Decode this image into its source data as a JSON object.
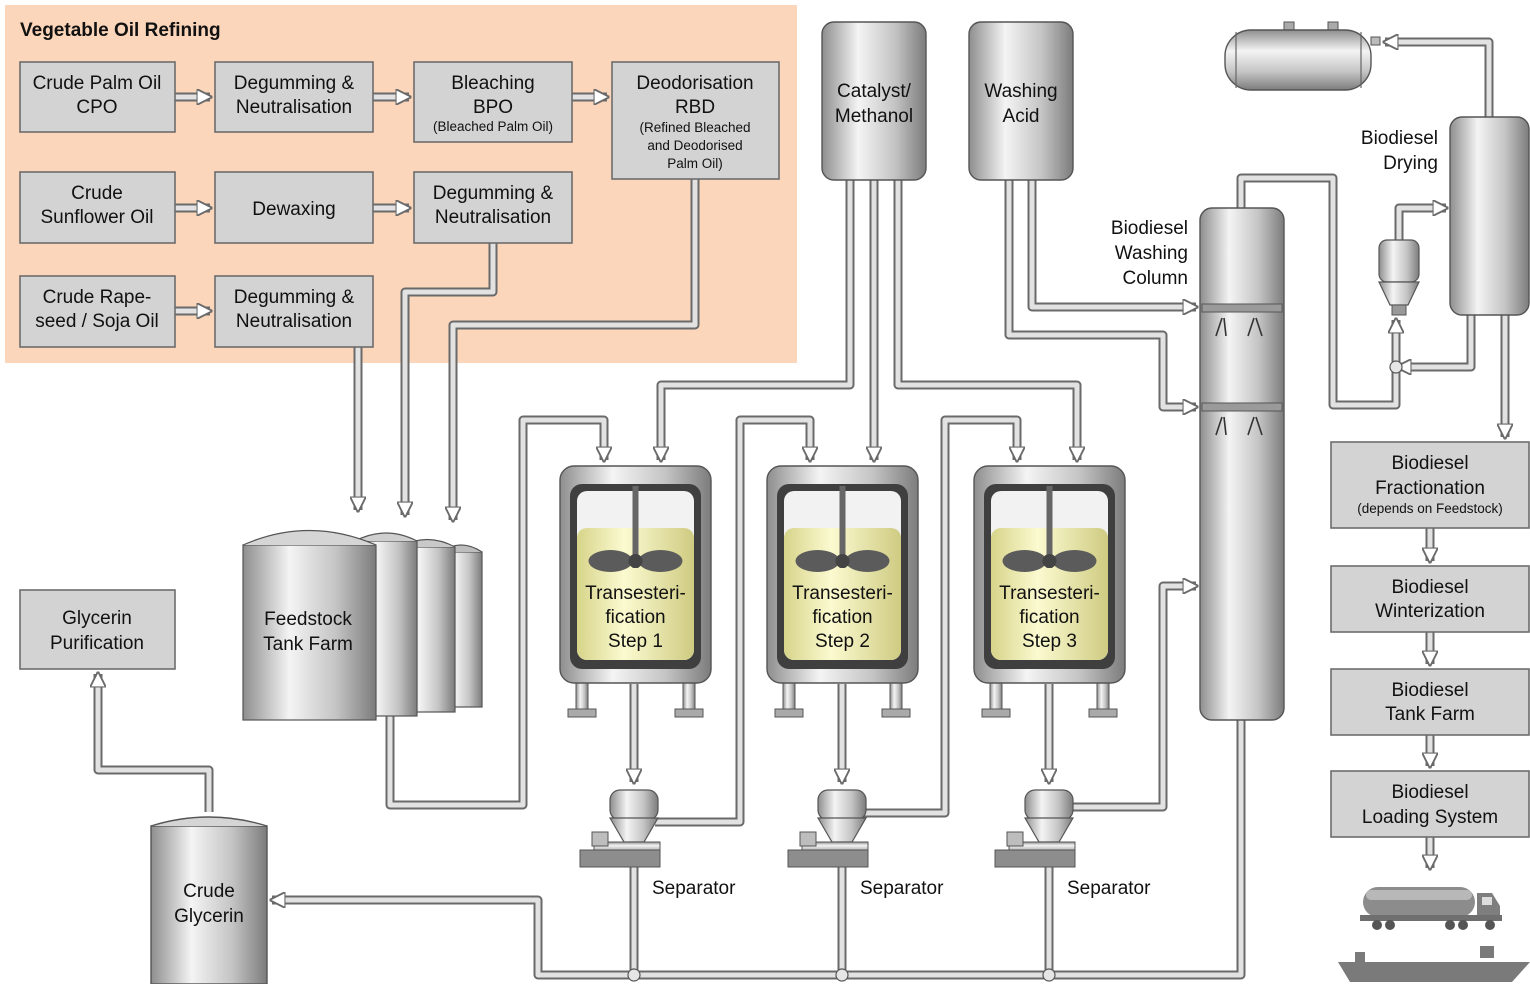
{
  "region": {
    "title": "Vegetable Oil Refining",
    "fill": "#fbd6ba"
  },
  "colors": {
    "box": "#d3d3d3",
    "pipe": "#6a6a6a",
    "liquid": "#f0eeaa"
  },
  "refining": {
    "palm": {
      "crude": [
        "Crude Palm Oil",
        "CPO"
      ],
      "degum": [
        "Degumming &",
        "Neutralisation"
      ],
      "bleach": [
        "Bleaching",
        "BPO"
      ],
      "bleach_note": "(Bleached Palm Oil)",
      "deodor": [
        "Deodorisation",
        "RBD"
      ],
      "deodor_note": [
        "(Refined Bleached",
        "and Deodorised",
        "Palm Oil)"
      ]
    },
    "sunflower": {
      "crude": [
        "Crude",
        "Sunflower Oil"
      ],
      "dewax": [
        "Dewaxing"
      ],
      "degum": [
        "Degumming &",
        "Neutralisation"
      ]
    },
    "rapeseed": {
      "crude": [
        "Crude Rape-",
        "seed / Soja Oil"
      ],
      "degum": [
        "Degumming &",
        "Neutralisation"
      ]
    }
  },
  "feedstock": [
    "Feedstock",
    "Tank Farm"
  ],
  "catalyst": [
    "Catalyst/",
    "Methanol"
  ],
  "washing_acid": [
    "Washing",
    "Acid"
  ],
  "reactors": [
    [
      "Transesteri-",
      "fication",
      "Step 1"
    ],
    [
      "Transesteri-",
      "fication",
      "Step 2"
    ],
    [
      "Transesteri-",
      "fication",
      "Step 3"
    ]
  ],
  "separators": [
    "Separator",
    "Separator",
    "Separator"
  ],
  "washing_column": [
    "Biodiesel",
    "Washing",
    "Column"
  ],
  "drying": [
    "Biodiesel",
    "Drying"
  ],
  "glycerin_purification": [
    "Glycerin",
    "Purification"
  ],
  "crude_glycerin": [
    "Crude",
    "Glycerin"
  ],
  "biodiesel_chain": {
    "fractionation": [
      "Biodiesel",
      "Fractionation"
    ],
    "fractionation_note": "(depends on Feedstock)",
    "winterization": [
      "Biodiesel",
      "Winterization"
    ],
    "tank_farm": [
      "Biodiesel",
      "Tank Farm"
    ],
    "loading": [
      "Biodiesel",
      "Loading System"
    ]
  },
  "icons": [
    "storage-tank-icon",
    "truck-icon",
    "ship-icon",
    "agitator-icon",
    "separator-icon"
  ]
}
